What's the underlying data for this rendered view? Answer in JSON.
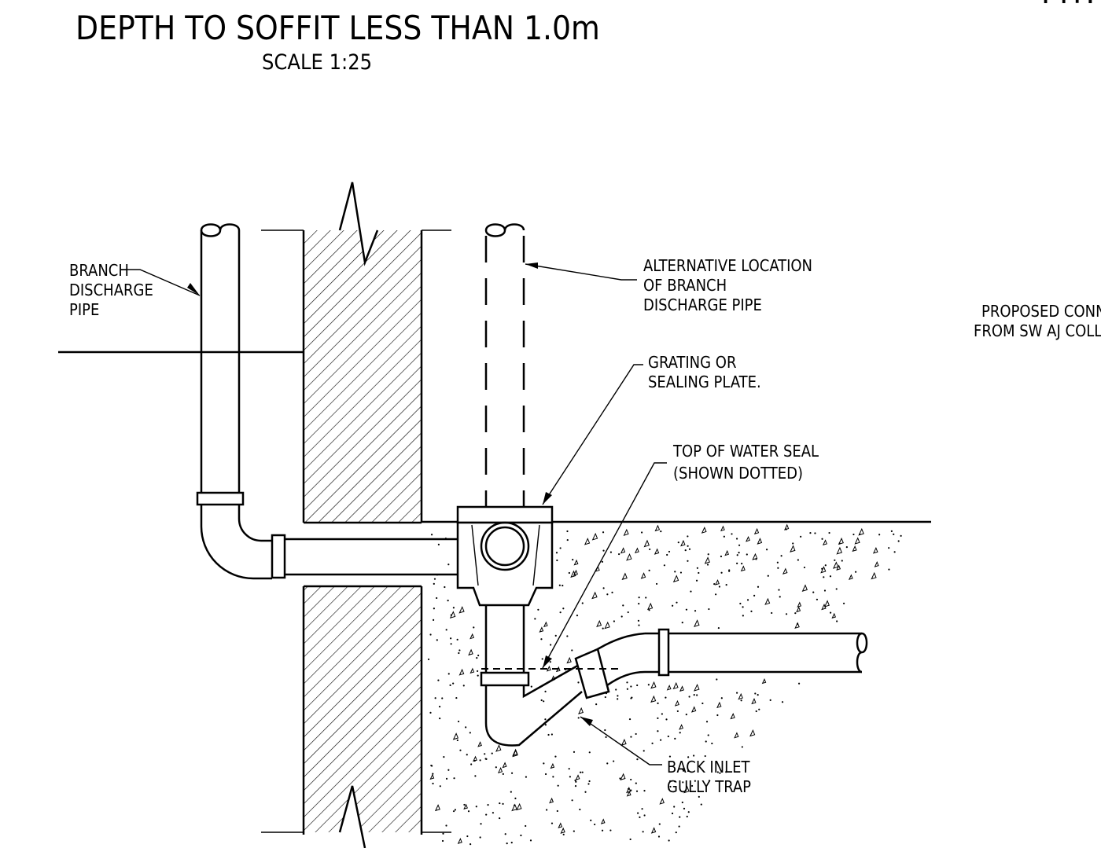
{
  "drawing": {
    "title": "DEPTH TO SOFFIT LESS THAN 1.0m",
    "scale": "SCALE 1:25",
    "corner_mark": "TYP.",
    "labels": {
      "branch_discharge_pipe": [
        "BRANCH",
        "DISCHARGE",
        "PIPE"
      ],
      "alternative_location": [
        "ALTERNATIVE LOCATION",
        "OF BRANCH",
        "DISCHARGE PIPE"
      ],
      "proposed_connection": [
        "PROPOSED CONNECTION",
        "FROM SW AJ COLLECTOR"
      ],
      "grating": [
        "GRATING OR",
        "SEALING PLATE."
      ],
      "water_seal": [
        "TOP OF WATER SEAL",
        "(SHOWN DOTTED)"
      ],
      "gully_trap": [
        "BACK INLET",
        "GULLY TRAP"
      ]
    }
  }
}
